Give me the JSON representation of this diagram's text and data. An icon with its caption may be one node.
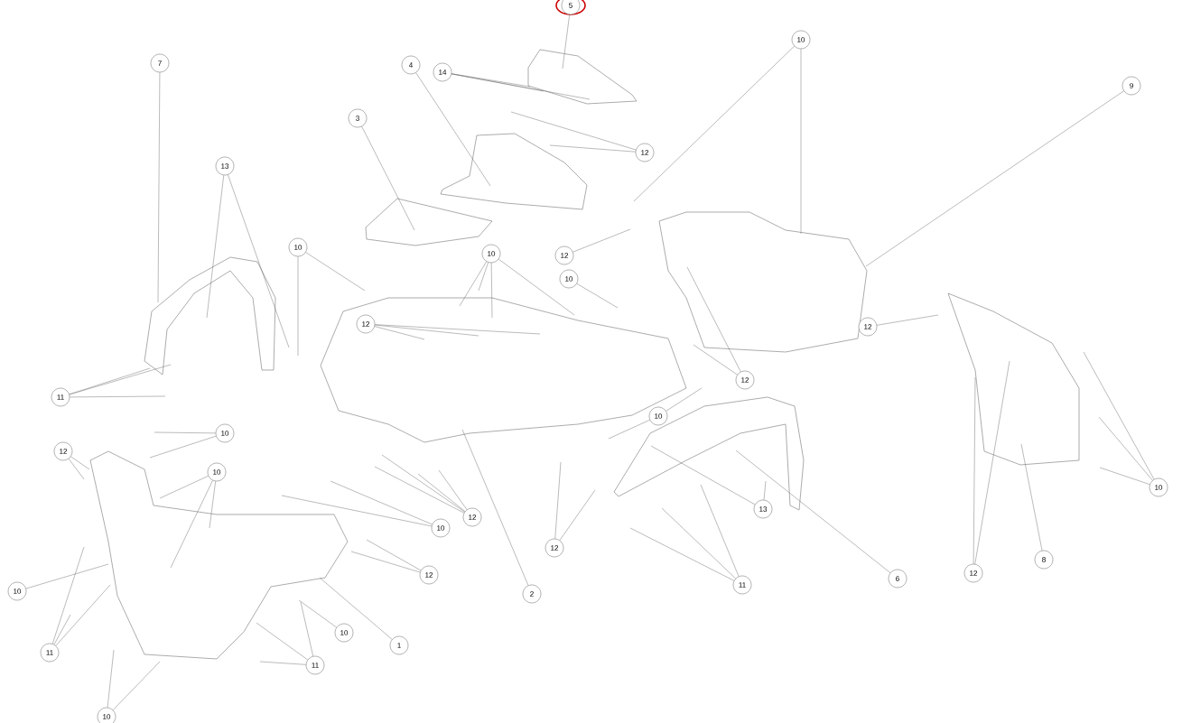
{
  "diagram": {
    "nodes": [
      {
        "text": [
          "5"
        ]
      },
      {
        "text": [
          "10"
        ]
      },
      {
        "text": [
          "7"
        ]
      },
      {
        "text": [
          "4"
        ]
      },
      {
        "text": [
          "14"
        ]
      },
      {
        "text": [
          "9"
        ]
      },
      {
        "text": [
          "3"
        ]
      },
      {
        "text": [
          "12"
        ]
      },
      {
        "text": [
          "13"
        ]
      },
      {
        "text": [
          "10"
        ]
      },
      {
        "text": [
          "10"
        ]
      },
      {
        "text": [
          "12"
        ]
      },
      {
        "text": [
          "10"
        ]
      },
      {
        "text": [
          "12"
        ]
      },
      {
        "text": [
          "12"
        ]
      },
      {
        "text": [
          "12"
        ]
      },
      {
        "text": [
          "11"
        ]
      },
      {
        "text": [
          "10"
        ]
      },
      {
        "text": [
          "10"
        ]
      },
      {
        "text": [
          "12"
        ]
      },
      {
        "text": [
          "10"
        ]
      },
      {
        "text": [
          "10"
        ]
      },
      {
        "text": [
          "13"
        ]
      },
      {
        "text": [
          "12"
        ]
      },
      {
        "text": [
          "10"
        ]
      },
      {
        "text": [
          "12"
        ]
      },
      {
        "text": [
          "8"
        ]
      },
      {
        "text": [
          "12"
        ]
      },
      {
        "text": [
          "12"
        ]
      },
      {
        "text": [
          "6"
        ]
      },
      {
        "text": [
          "11"
        ]
      },
      {
        "text": [
          "2"
        ]
      },
      {
        "text": [
          "10"
        ]
      },
      {
        "text": [
          "10"
        ]
      },
      {
        "text": [
          "1"
        ]
      },
      {
        "text": [
          "11"
        ]
      },
      {
        "text": [
          "11"
        ]
      },
      {
        "text": [
          "10"
        ]
      }
    ],
    "edges": [
      {
        "from": 0,
        "to": null,
        "arrow": "none"
      },
      {
        "from": 1,
        "to": null,
        "arrow": "none"
      },
      {
        "from": 1,
        "to": null,
        "arrow": "none"
      },
      {
        "from": 2,
        "to": null,
        "arrow": "none"
      },
      {
        "from": 3,
        "to": null,
        "arrow": "none"
      },
      {
        "from": 4,
        "to": null,
        "arrow": "none"
      },
      {
        "from": 4,
        "to": null,
        "arrow": "none"
      },
      {
        "from": 4,
        "to": null,
        "arrow": "none"
      },
      {
        "from": 5,
        "to": null,
        "arrow": "none"
      },
      {
        "from": 6,
        "to": null,
        "arrow": "none"
      },
      {
        "from": 7,
        "to": null,
        "arrow": "none"
      },
      {
        "from": 7,
        "to": null,
        "arrow": "none"
      },
      {
        "from": 8,
        "to": null,
        "arrow": "none"
      },
      {
        "from": 8,
        "to": null,
        "arrow": "none"
      },
      {
        "from": 9,
        "to": null,
        "arrow": "none"
      },
      {
        "from": 9,
        "to": null,
        "arrow": "none"
      },
      {
        "from": 10,
        "to": null,
        "arrow": "none"
      },
      {
        "from": 10,
        "to": null,
        "arrow": "none"
      },
      {
        "from": 10,
        "to": null,
        "arrow": "none"
      },
      {
        "from": 10,
        "to": null,
        "arrow": "none"
      },
      {
        "from": 11,
        "to": null,
        "arrow": "none"
      },
      {
        "from": 12,
        "to": null,
        "arrow": "none"
      },
      {
        "from": 13,
        "to": null,
        "arrow": "none"
      },
      {
        "from": 13,
        "to": null,
        "arrow": "none"
      },
      {
        "from": 13,
        "to": null,
        "arrow": "none"
      },
      {
        "from": 14,
        "to": null,
        "arrow": "none"
      },
      {
        "from": 15,
        "to": null,
        "arrow": "none"
      },
      {
        "from": 15,
        "to": null,
        "arrow": "none"
      },
      {
        "from": 16,
        "to": null,
        "arrow": "none"
      },
      {
        "from": 16,
        "to": null,
        "arrow": "none"
      },
      {
        "from": 16,
        "to": null,
        "arrow": "none"
      },
      {
        "from": 17,
        "to": null,
        "arrow": "none"
      },
      {
        "from": 17,
        "to": null,
        "arrow": "none"
      },
      {
        "from": 18,
        "to": null,
        "arrow": "none"
      },
      {
        "from": 18,
        "to": null,
        "arrow": "none"
      },
      {
        "from": 19,
        "to": null,
        "arrow": "none"
      },
      {
        "from": 19,
        "to": null,
        "arrow": "none"
      },
      {
        "from": 20,
        "to": null,
        "arrow": "none"
      },
      {
        "from": 20,
        "to": null,
        "arrow": "none"
      },
      {
        "from": 20,
        "to": null,
        "arrow": "none"
      },
      {
        "from": 21,
        "to": null,
        "arrow": "none"
      },
      {
        "from": 21,
        "to": null,
        "arrow": "none"
      },
      {
        "from": 21,
        "to": null,
        "arrow": "none"
      },
      {
        "from": 22,
        "to": null,
        "arrow": "none"
      },
      {
        "from": 22,
        "to": null,
        "arrow": "none"
      },
      {
        "from": 23,
        "to": null,
        "arrow": "none"
      },
      {
        "from": 23,
        "to": null,
        "arrow": "none"
      },
      {
        "from": 23,
        "to": null,
        "arrow": "none"
      },
      {
        "from": 23,
        "to": null,
        "arrow": "none"
      },
      {
        "from": 24,
        "to": null,
        "arrow": "none"
      },
      {
        "from": 24,
        "to": null,
        "arrow": "none"
      },
      {
        "from": 25,
        "to": null,
        "arrow": "none"
      },
      {
        "from": 25,
        "to": null,
        "arrow": "none"
      },
      {
        "from": 26,
        "to": null,
        "arrow": "none"
      },
      {
        "from": 27,
        "to": null,
        "arrow": "none"
      },
      {
        "from": 27,
        "to": null,
        "arrow": "none"
      },
      {
        "from": 28,
        "to": null,
        "arrow": "none"
      },
      {
        "from": 28,
        "to": null,
        "arrow": "none"
      },
      {
        "from": 29,
        "to": null,
        "arrow": "none"
      },
      {
        "from": 30,
        "to": null,
        "arrow": "none"
      },
      {
        "from": 30,
        "to": null,
        "arrow": "none"
      },
      {
        "from": 30,
        "to": null,
        "arrow": "none"
      },
      {
        "from": 31,
        "to": null,
        "arrow": "none"
      },
      {
        "from": 32,
        "to": null,
        "arrow": "none"
      },
      {
        "from": 33,
        "to": null,
        "arrow": "none"
      },
      {
        "from": 34,
        "to": null,
        "arrow": "none"
      },
      {
        "from": 35,
        "to": null,
        "arrow": "none"
      },
      {
        "from": 35,
        "to": null,
        "arrow": "none"
      },
      {
        "from": 35,
        "to": null,
        "arrow": "none"
      },
      {
        "from": 36,
        "to": null,
        "arrow": "none"
      },
      {
        "from": 36,
        "to": null,
        "arrow": "none"
      },
      {
        "from": 36,
        "to": null,
        "arrow": "none"
      },
      {
        "from": 37,
        "to": null,
        "arrow": "none"
      },
      {
        "from": 37,
        "to": null,
        "arrow": "none"
      }
    ]
  }
}
